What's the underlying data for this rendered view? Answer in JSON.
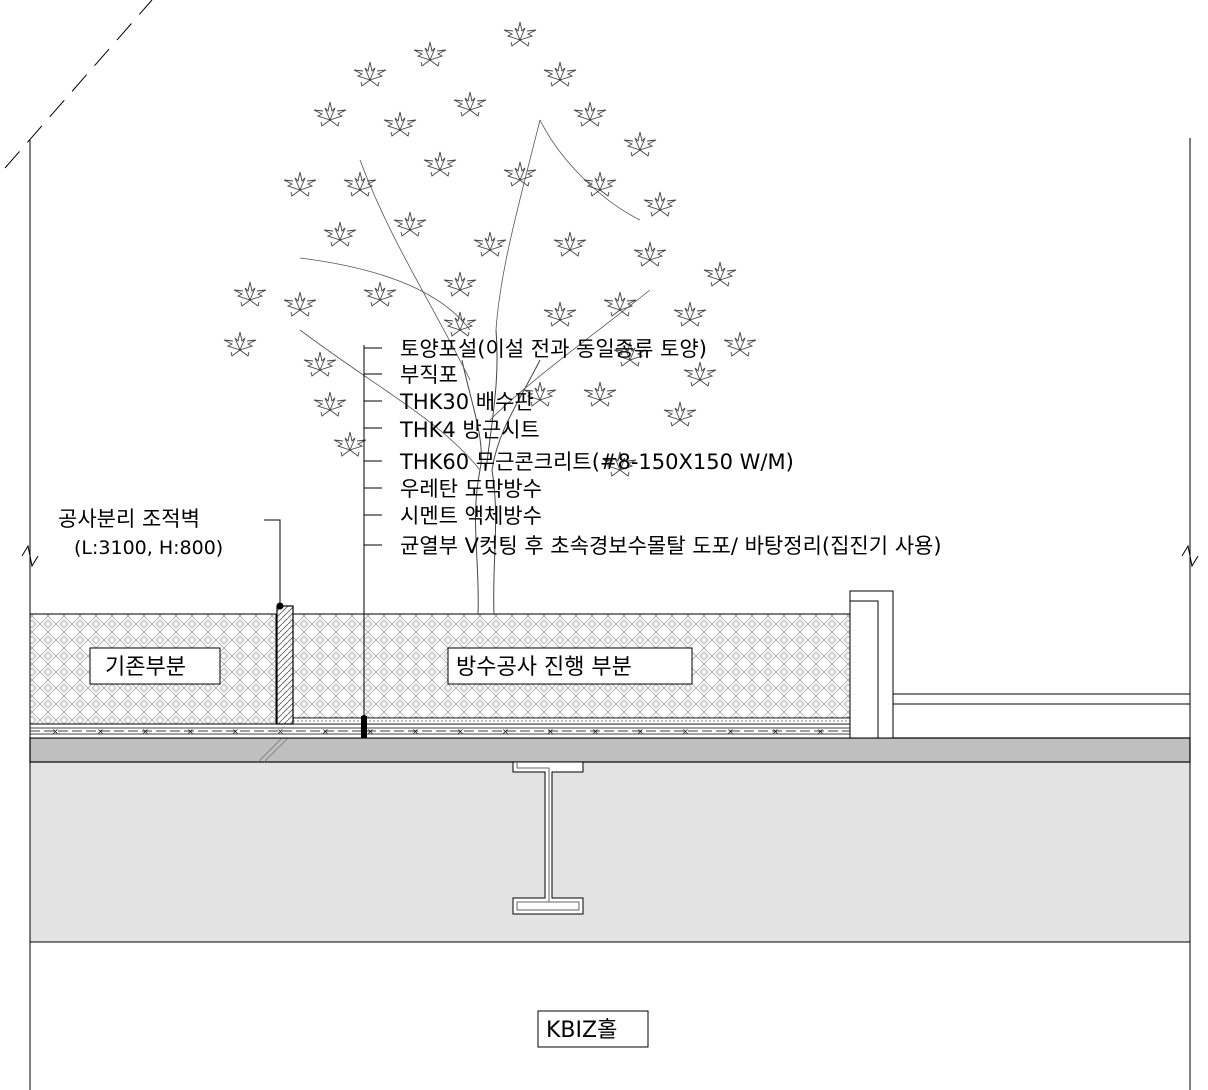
{
  "drawing": {
    "layers_callout": {
      "items": [
        "토양포설(이설 전과 동일종류 토양)",
        "부직포",
        "THK30 배수판",
        "THK4 방근시트",
        "THK60 무근콘크리트(#8-150X150 W/M)",
        "우레탄 도막방수",
        "시멘트 액체방수",
        "균열부 V컷팅 후 초속경보수몰탈 도포/ 바탕정리(집진기 사용)"
      ]
    },
    "wall_callout": {
      "line1": "공사분리 조적벽",
      "line2": "(L:3100, H:800)"
    },
    "zone_existing": "기존부분",
    "zone_work": "방수공사 진행 부분",
    "room_below": "KBIZ홀"
  },
  "colors": {
    "slab": "#bfbfbf",
    "ceiling_space": "#e3e3e3",
    "line": "#000000",
    "hatch": "#9a9a9a"
  }
}
